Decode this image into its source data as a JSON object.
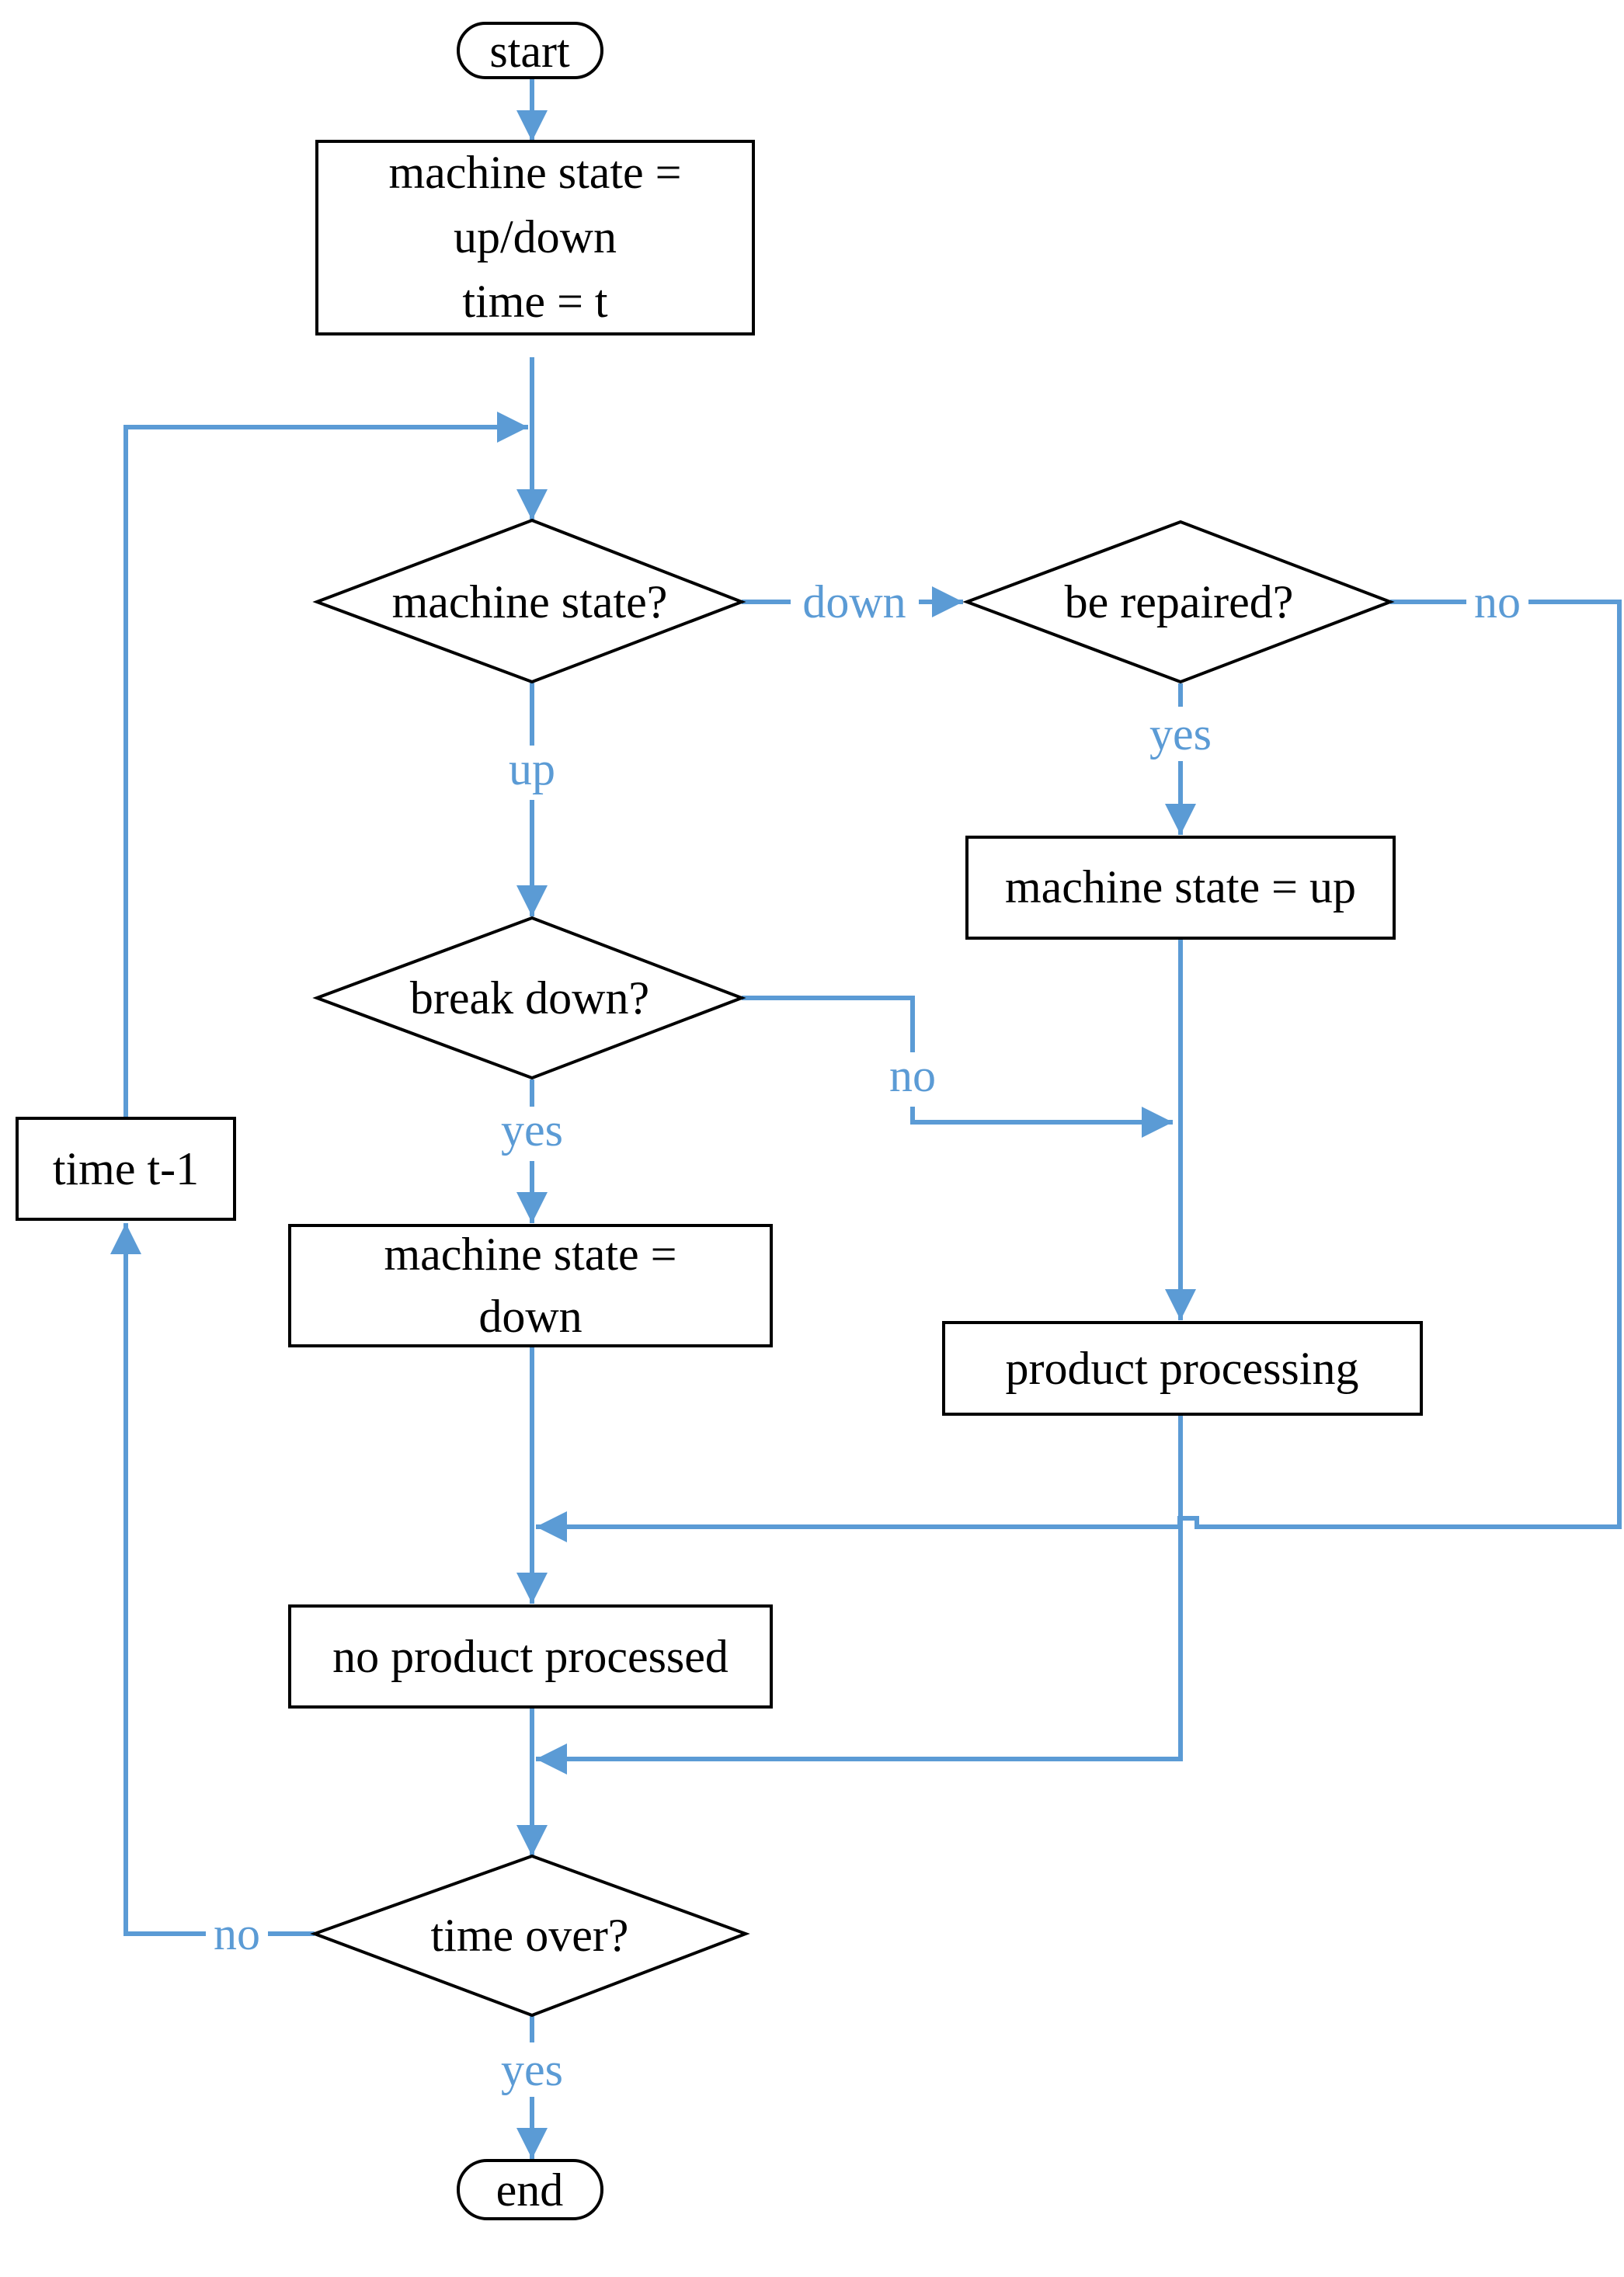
{
  "nodes": {
    "start": "start",
    "init_line1": "machine state =",
    "init_line2": "up/down",
    "init_line3": "time = t",
    "decision_state": "machine state?",
    "decision_repaired": "be repaired?",
    "set_up": "machine state = up",
    "decision_breakdown": "break down?",
    "set_down_line1": "machine state =",
    "set_down_line2": "down",
    "product_processing": "product processing",
    "no_product": "no product processed",
    "decision_time_over": "time over?",
    "time_decrement": "time t-1",
    "end": "end"
  },
  "edge_labels": {
    "down": "down",
    "no_repair": "no",
    "yes_repair": "yes",
    "up": "up",
    "no_breakdown": "no",
    "yes_breakdown": "yes",
    "no_time_over": "no",
    "yes_time_over": "yes"
  },
  "colors": {
    "edge": "#5b9bd5",
    "node_stroke": "#000000"
  }
}
